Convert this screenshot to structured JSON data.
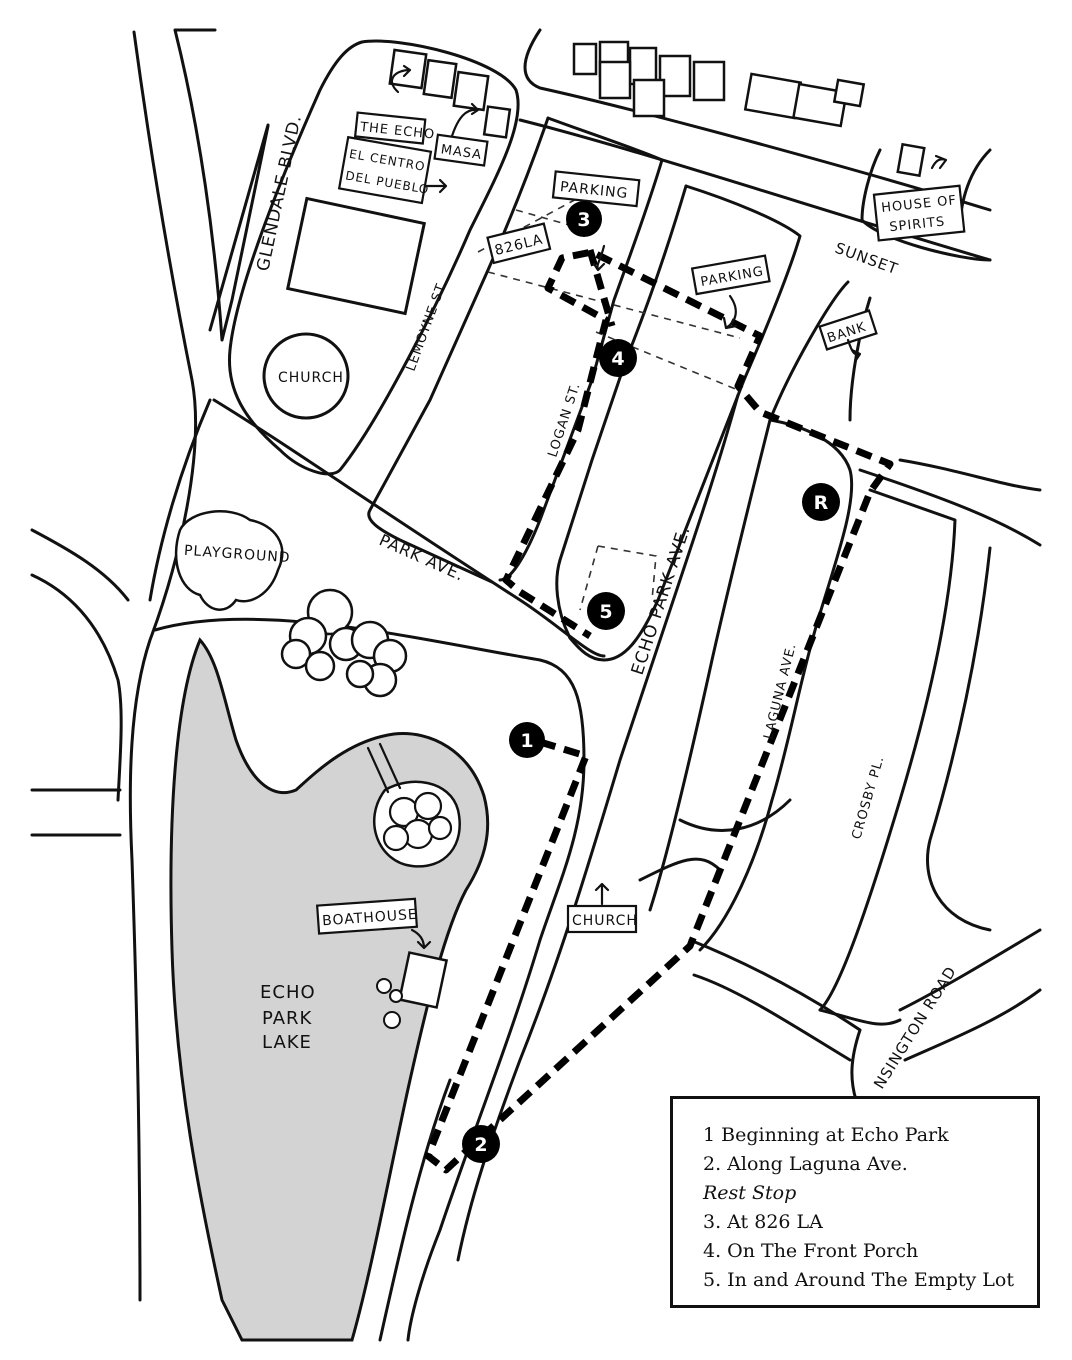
{
  "streets": {
    "glendale": "GLENDALE BLVD.",
    "lemoyne": "LEMOYNE ST.",
    "logan": "LOGAN ST.",
    "park_ave": "PARK AVE.",
    "echo_park_ave": "ECHO PARK AVE.",
    "laguna": "LAGUNA AVE.",
    "crosby": "CROSBY PL.",
    "sunset": "SUNSET",
    "kensington": "NSINGTON ROAD"
  },
  "places": {
    "the_echo": "THE ECHO",
    "masa": "MASA",
    "el_centro_1": "EL CENTRO",
    "el_centro_2": "DEL PUEBLO",
    "parking_top": "PARKING",
    "parking_mid": "PARKING",
    "label_826": "826LA",
    "house_1": "HOUSE OF",
    "house_2": "SPIRITS",
    "bank": "BANK",
    "church_top": "CHURCH",
    "church_bottom": "CHURCH",
    "playground": "PLAYGROUND",
    "boathouse": "BOATHOUSE",
    "lake_1": "ECHO",
    "lake_2": "PARK",
    "lake_3": "LAKE"
  },
  "markers": {
    "m1": "1",
    "m2": "2",
    "m3": "3",
    "m4": "4",
    "m5": "5",
    "mr": "R"
  },
  "legend": {
    "item1": "1 Beginning at Echo Park",
    "item2": "2. Along Laguna Ave.",
    "rest": "Rest Stop",
    "item3": "3. At 826 LA",
    "item4": "4. On The Front Porch",
    "item5": "5. In and Around The Empty Lot"
  },
  "colors": {
    "ink": "#111111",
    "lake_fill": "#d3d3d3",
    "background": "#ffffff"
  }
}
